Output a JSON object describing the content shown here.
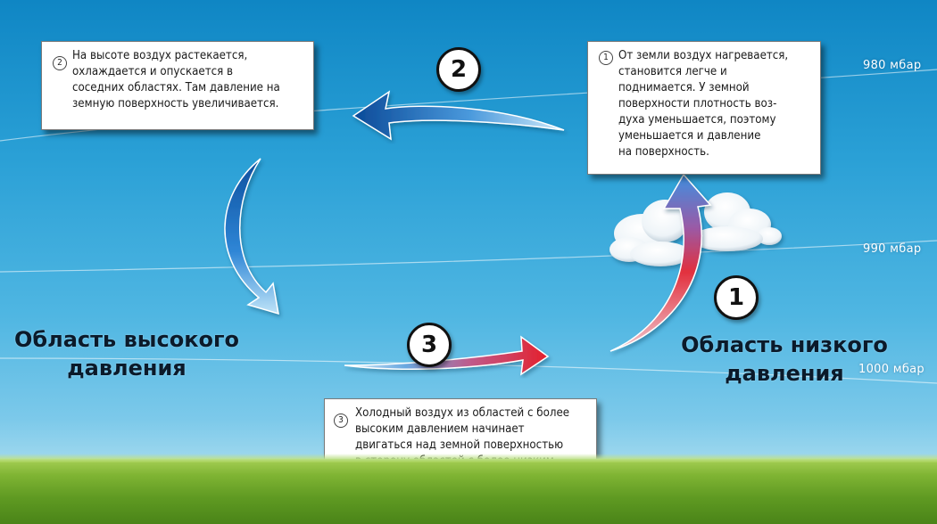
{
  "isobars": [
    {
      "label": "980 мбар"
    },
    {
      "label": "990 мбар"
    },
    {
      "label": "1000 мбар"
    }
  ],
  "steps": [
    {
      "number": "1",
      "text": "От земли воздух нагревается,\nстановится легче и\nподнимается. У земной\nповерхности плотность воз-\nдуха уменьшается, поэтому\nуменьшается и давление\nна поверхность."
    },
    {
      "number": "2",
      "text": "На высоте воздух растекается,\nохлаждается и опускается в\nсоседних областях. Там давление на\nземную поверхность увеличивается."
    },
    {
      "number": "3",
      "text": "Холодный воздух из областей с более\nвысоким давлением начинает\nдвигаться над земной поверхностью\nв сторону областей с более низким\nдавлением. Возникает ветер."
    }
  ],
  "badges": [
    "1",
    "2",
    "3"
  ],
  "regions": {
    "high": "Область высокого\nдавления",
    "low": "Область низкого\nдавления"
  },
  "colors": {
    "warm": "#e0202e",
    "cold": "#1a6fc2",
    "sky": "#2aa0d6",
    "grass": "#6aa528"
  }
}
